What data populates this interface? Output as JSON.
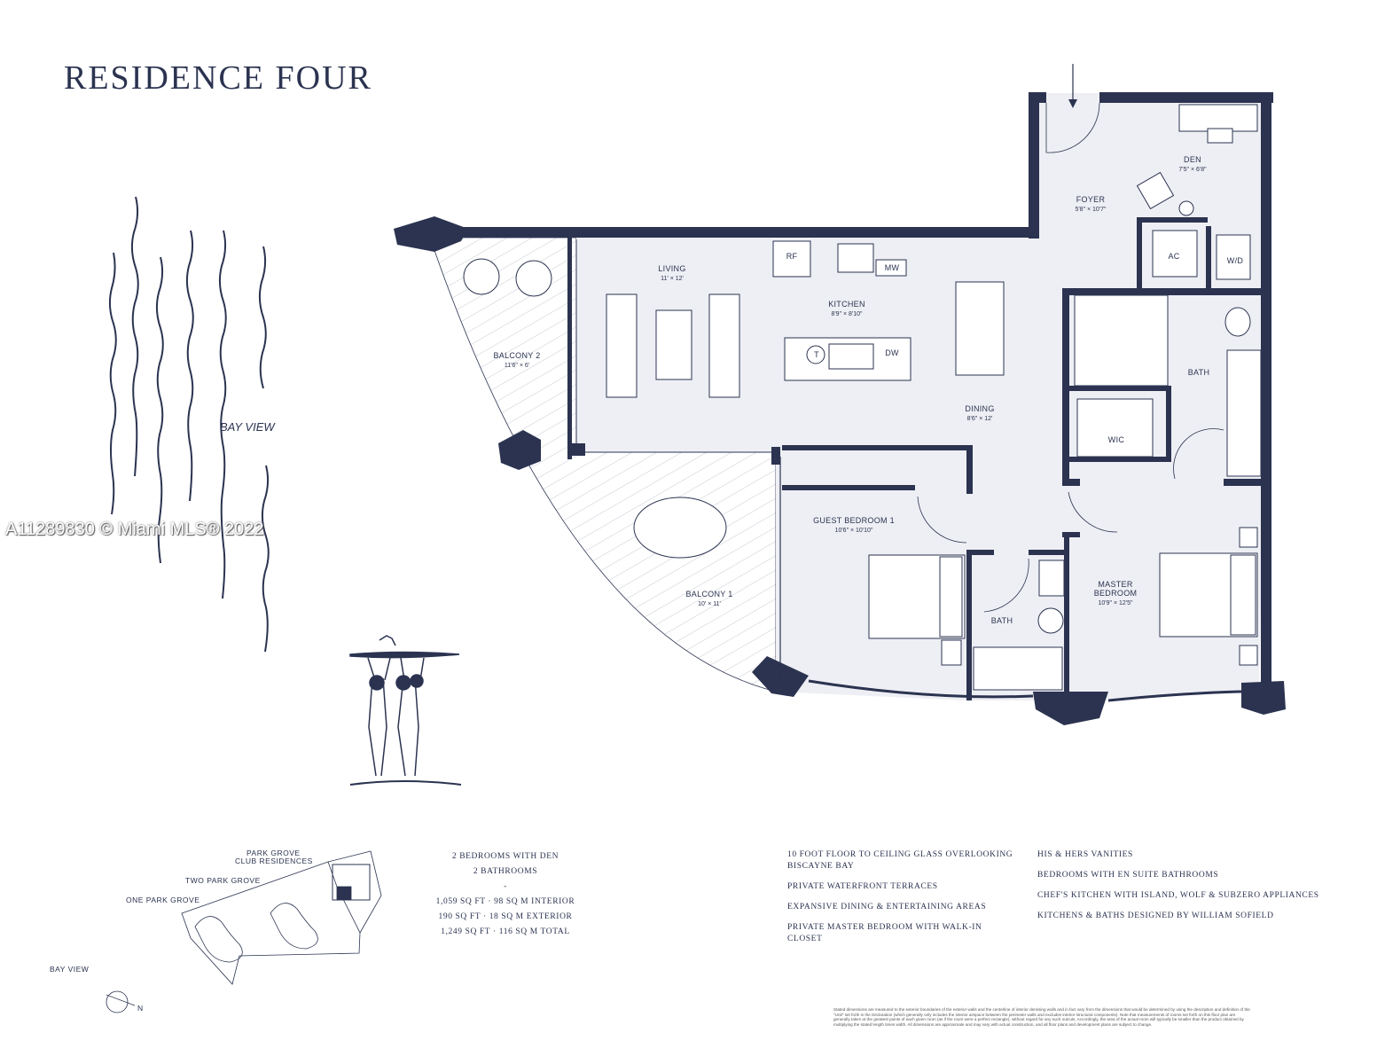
{
  "title": "RESIDENCE FOUR",
  "watermark": "A11289830 © Miami MLS® 2022",
  "bay_view": "BAY VIEW",
  "rooms": {
    "den": {
      "name": "DEN",
      "dim": "7'5\" × 6'8\""
    },
    "foyer": {
      "name": "FOYER",
      "dim": "5'8\" × 10'7\""
    },
    "living": {
      "name": "LIVING",
      "dim": "11' × 12'"
    },
    "kitchen": {
      "name": "KITCHEN",
      "dim": "8'9\" × 8'10\""
    },
    "dining": {
      "name": "DINING",
      "dim": "8'6\" × 12'"
    },
    "balcony2": {
      "name": "BALCONY 2",
      "dim": "11'6\" × 6'"
    },
    "balcony1": {
      "name": "BALCONY 1",
      "dim": "10' × 11'"
    },
    "guest": {
      "name": "GUEST BEDROOM 1",
      "dim": "10'6\" × 10'10\""
    },
    "master": {
      "name1": "MASTER",
      "name2": "BEDROOM",
      "dim": "10'9\" × 12'5\""
    },
    "bath_master": "BATH",
    "bath_guest": "BATH",
    "wic": "WIC",
    "ac": "AC",
    "wd": "W/D",
    "rf": "RF",
    "mw": "MW",
    "dw": "DW",
    "t": "T"
  },
  "site": {
    "labels": [
      "PARK GROVE",
      "CLUB RESIDENCES",
      "TWO PARK GROVE",
      "ONE PARK GROVE",
      "BAY VIEW"
    ],
    "north": "N"
  },
  "stats": [
    "2 BEDROOMS WITH DEN",
    "2 BATHROOMS",
    "-",
    "1,059 SQ FT · 98 SQ M INTERIOR",
    "190 SQ FT · 18 SQ M EXTERIOR",
    "1,249 SQ FT · 116 SQ M TOTAL"
  ],
  "features_left": [
    "10 FOOT FLOOR TO CEILING GLASS OVERLOOKING BISCAYNE BAY",
    "PRIVATE WATERFRONT TERRACES",
    "EXPANSIVE DINING & ENTERTAINING AREAS",
    "PRIVATE MASTER BEDROOM WITH WALK-IN CLOSET"
  ],
  "features_right": [
    "HIS & HERS VANITIES",
    "BEDROOMS WITH EN SUITE BATHROOMS",
    "CHEF'S KITCHEN WITH ISLAND, WOLF & SUBZERO APPLIANCES",
    "KITCHENS & BATHS DESIGNED BY WILLIAM SOFIELD"
  ],
  "disclaimer": "Stated dimensions are measured to the exterior boundaries of the exterior walls and the centerline of interior demising walls and in fact vary from the dimensions that would be determined by using the description and definition of the \"Unit\" set forth in the Declaration (which generally only includes the interior airspace between the perimeter walls and excludes interior structural components). Note that measurements of rooms set forth on this floor plan are generally taken at the greatest points of each given room (as if the room were a perfect rectangle), without regard for any such outcuts. Accordingly, the area of the actual room will typically be smaller than the product obtained by multiplying the stated length times width. All dimensions are approximate and may vary with actual construction, and all floor plans and development plans are subject to change.",
  "colors": {
    "ink": "#2b3350",
    "floor": "#eeeff4",
    "wall": "#2b3350"
  }
}
